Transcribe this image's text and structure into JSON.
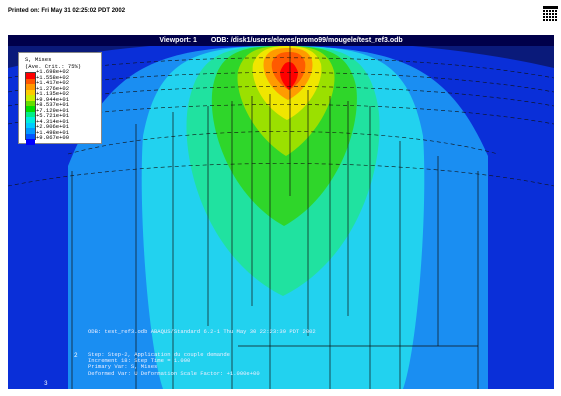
{
  "header": {
    "printed_on": "Printed on: Fri May 31 02:25:02 PDT 2002"
  },
  "logo": {
    "text": "ABAQUS"
  },
  "viewport": {
    "viewport_label": "Viewport: 1",
    "odb_label": "ODB: /disk1/users/eleves/promo99/mougele/test_ref3.odb"
  },
  "legend": {
    "title": "S, Mises",
    "subtitle": "(Ave. Crit.: 75%)",
    "values": [
      "+1.698e+02",
      "+1.558e+02",
      "+1.417e+02",
      "+1.276e+02",
      "+1.135e+02",
      "+9.944e+01",
      "+8.537e+01",
      "+7.129e+01",
      "+5.721e+01",
      "+4.314e+01",
      "+2.906e+01",
      "+1.498e+01",
      "+9.067e+00"
    ],
    "colors": [
      "#ff0000",
      "#ff5500",
      "#ff9900",
      "#ffcc00",
      "#ccee00",
      "#66dd00",
      "#00dd00",
      "#00ee88",
      "#00eedd",
      "#00ccff",
      "#0099ff",
      "#0055ff",
      "#0000ff"
    ]
  },
  "info": {
    "line1": "ODB: test_ref3.odb    ABAQUS/Standard 6.2-1    Thu May 30 22:23:39 PDT 2002",
    "step": "Step: Step-2, Application du couple demande",
    "increment": "Increment    18: Step Time =    1.000",
    "primary_var": "Primary Var: S, Mises",
    "deformed_var": "Deformed Var: U   Deformation Scale Factor: +1.000e+00"
  },
  "axis": {
    "label_2": "2",
    "label_3": "3"
  }
}
